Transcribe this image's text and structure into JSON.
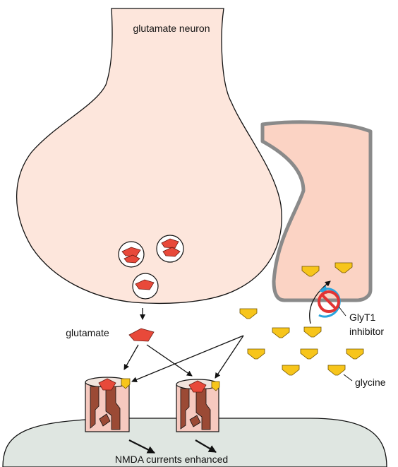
{
  "labels": {
    "neuron": "glutamate neuron",
    "glutamate": "glutamate",
    "glyt1": "GlyT1",
    "inhibitor": "inhibitor",
    "glycine": "glycine",
    "nmda_currents": "NMDA  currents enhanced"
  },
  "colors": {
    "neuron_fill": "#fde6dc",
    "glia_fill": "#fbd3c4",
    "glia_stroke": "#8a8a8a",
    "postsynaptic_fill": "#dfe6e1",
    "glutamate_red": "#e8493a",
    "glycine_yellow": "#f7c51b",
    "inhibitor_red": "#e23434",
    "transporter_blue": "#29a4dd",
    "receptor_brown": "#9b4a35",
    "receptor_pink": "#f6c9bf"
  },
  "icons": {
    "glutamate": "red-pentagon-molecule",
    "glycine": "yellow-pentagon-molecule",
    "inhibitor": "prohibition-sign-icon",
    "transporter": "circular-arrow-icon"
  }
}
